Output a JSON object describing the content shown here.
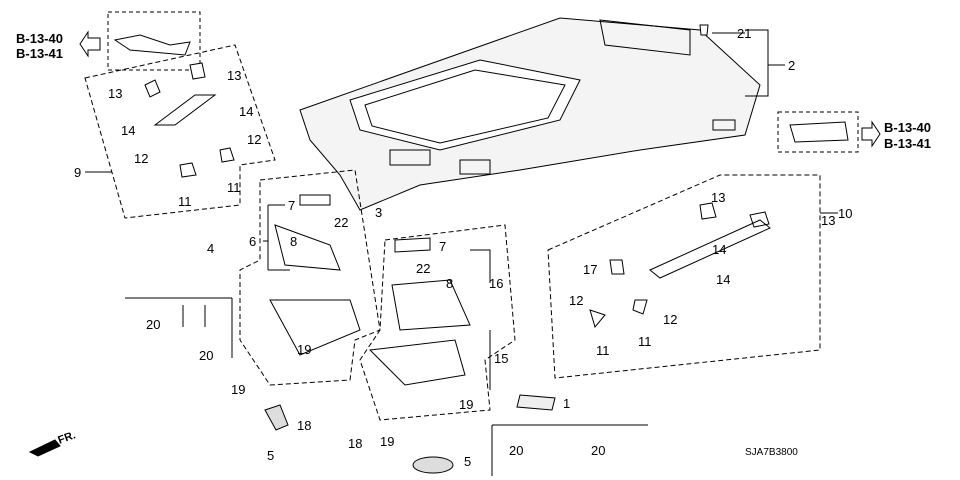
{
  "refs": {
    "left": [
      "B-13-40",
      "B-13-41"
    ],
    "right": [
      "B-13-40",
      "B-13-41"
    ]
  },
  "callouts": {
    "c21": "21",
    "c2": "2",
    "c9": "9",
    "c13a": "13",
    "c13b": "13",
    "c14a": "14",
    "c14b": "14",
    "c12a": "12",
    "c12b": "12",
    "c11a": "11",
    "c11b": "11",
    "c3": "3",
    "c7a": "7",
    "c22a": "22",
    "c6": "6",
    "c8a": "8",
    "c4": "4",
    "c20a": "20",
    "c20b": "20",
    "c19a": "19",
    "c19b": "19",
    "c18a": "18",
    "c5a": "5",
    "c18b": "18",
    "c19c": "19",
    "c5b": "5",
    "c19d": "19",
    "c15": "15",
    "c7b": "7",
    "c22b": "22",
    "c8b": "8",
    "c16": "16",
    "c1": "1",
    "c20c": "20",
    "c20d": "20",
    "c10": "10",
    "c13c": "13",
    "c13d": "13",
    "c14c": "14",
    "c14d": "14",
    "c17": "17",
    "c12c": "12",
    "c12d": "12",
    "c11c": "11",
    "c11d": "11"
  },
  "direction": "FR.",
  "diagram_code": "SJA7B3800"
}
